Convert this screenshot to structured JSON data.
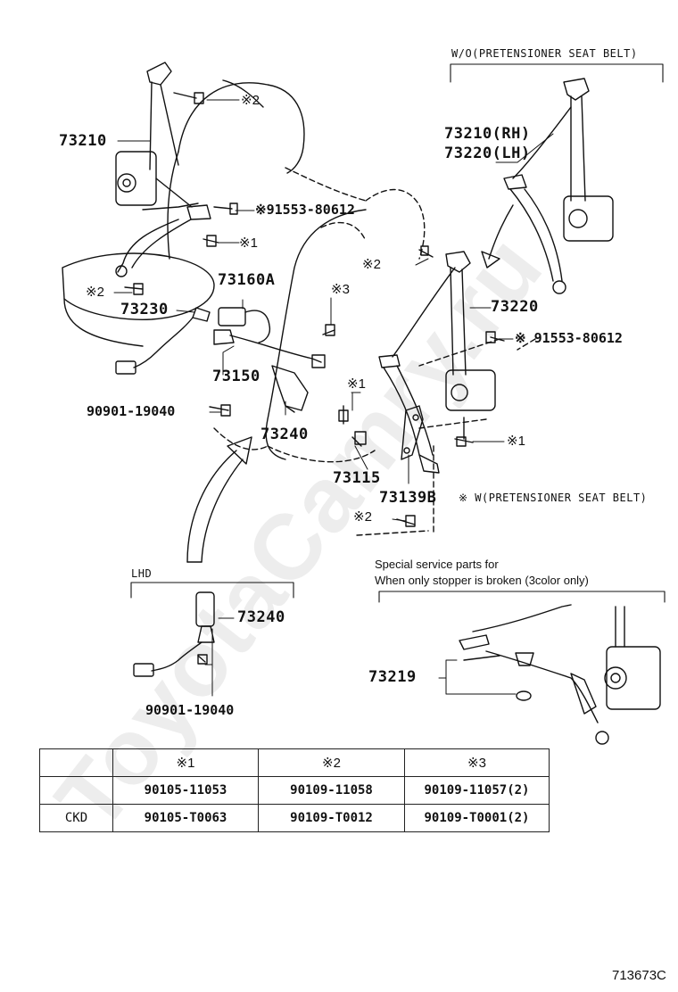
{
  "watermark": "ToyotaCamry.ru",
  "diagram_id": "713673C",
  "variants": {
    "wo_pretensioner": "W/O(PRETENSIONER SEAT BELT)",
    "w_pretensioner": "※ W(PRETENSIONER SEAT BELT)",
    "lhd": "LHD"
  },
  "service_note": {
    "line1": "Special service parts for",
    "line2": "When only stopper is broken (3color only)"
  },
  "parts": {
    "p73210": "73210",
    "p73210rh": "73210(RH)",
    "p73220lh": "73220(LH)",
    "p73220": "73220",
    "p73160a": "73160A",
    "p73230": "73230",
    "p73150": "73150",
    "p73240": "73240",
    "p73240_lhd": "73240",
    "p73115": "73115",
    "p73139b": "73139B",
    "p73219": "73219",
    "b9155380612_a": "※91553-80612",
    "b9155380612_b": "※ 91553-80612",
    "b9090119040_a": "90901-19040",
    "b9090119040_b": "90901-19040"
  },
  "markers": {
    "m2_top": "※2",
    "m1_top": "※1",
    "m2_left": "※2",
    "m3": "※3",
    "m2_right": "※2",
    "m1_mid": "※1",
    "m1_right": "※1",
    "m2_bottom": "※2"
  },
  "table": {
    "headers": [
      "",
      "※1",
      "※2",
      "※3"
    ],
    "rows": [
      [
        "",
        "90105-11053",
        "90109-11058",
        "90109-11057(2)"
      ],
      [
        "CKD",
        "90105-T0063",
        "90109-T0012",
        "90109-T0001(2)"
      ]
    ]
  }
}
